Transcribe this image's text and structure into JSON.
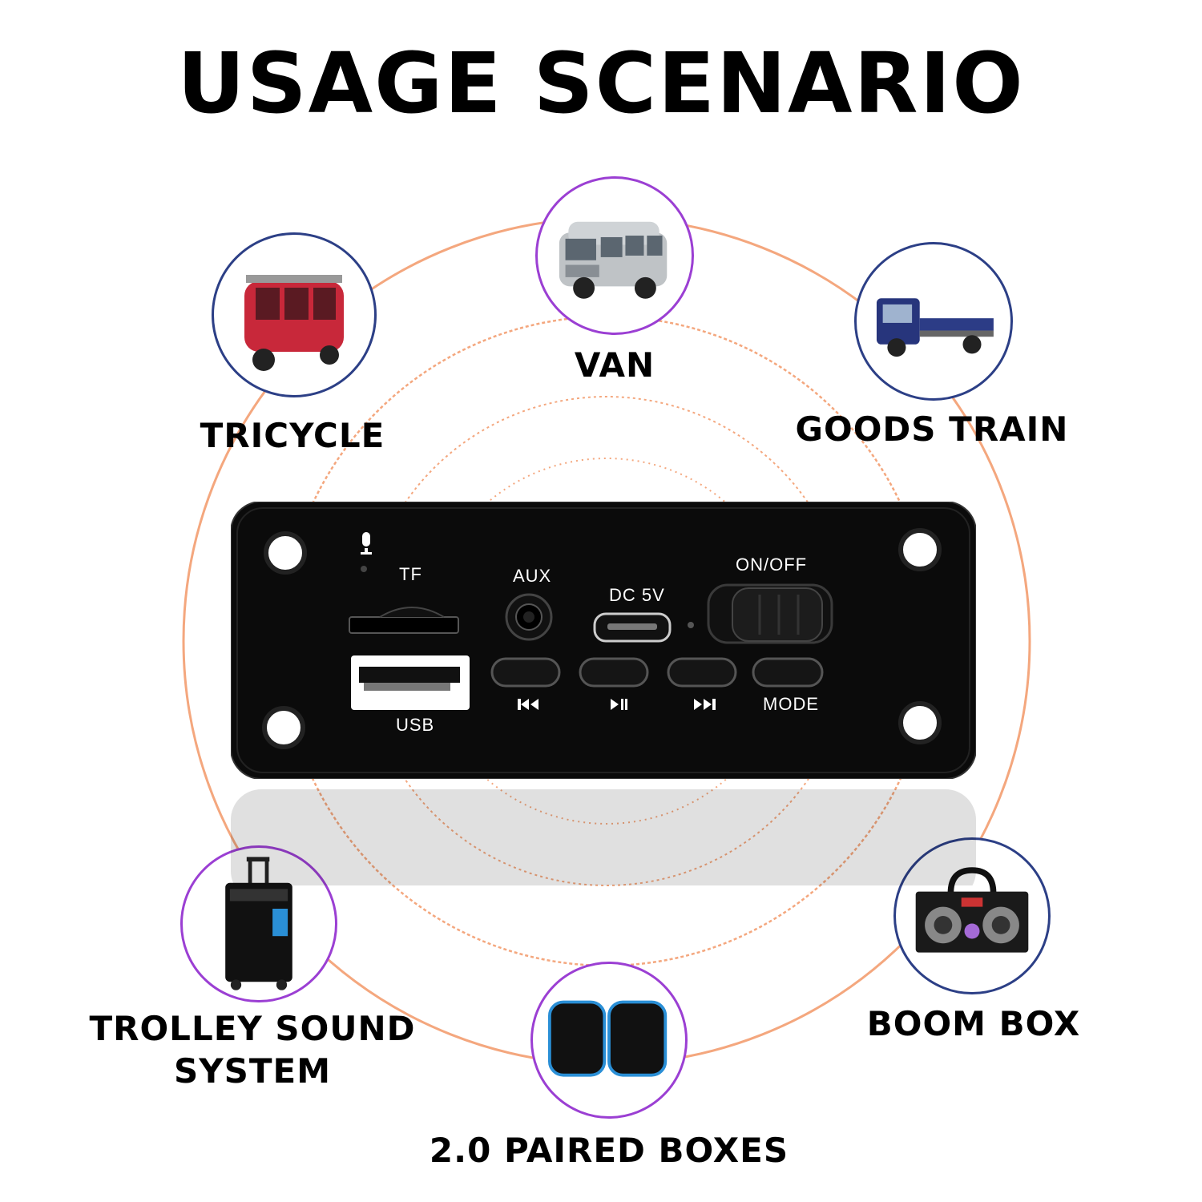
{
  "title": "USAGE SCENARIO",
  "scenarios": {
    "van": "VAN",
    "tricycle": "TRICYCLE",
    "goods_train": "GOODS TRAIN",
    "trolley_line1": "TROLLEY SOUND",
    "trolley_line2": "SYSTEM",
    "boom_box": "BOOM BOX",
    "paired_boxes": "2.0 PAIRED BOXES"
  },
  "panel": {
    "tf": "TF",
    "aux": "AUX",
    "dc": "DC 5V",
    "onoff": "ON/OFF",
    "usb": "USB",
    "mode": "MODE",
    "prev_icon": "previous-track-icon",
    "play_icon": "play-pause-icon",
    "next_icon": "next-track-icon",
    "mic_icon": "microphone-icon"
  },
  "colors": {
    "ring": "#f4a77e",
    "purple_border": "#9b3fd3",
    "blue_border": "#2c3f86",
    "panel": "#0b0b0b"
  }
}
